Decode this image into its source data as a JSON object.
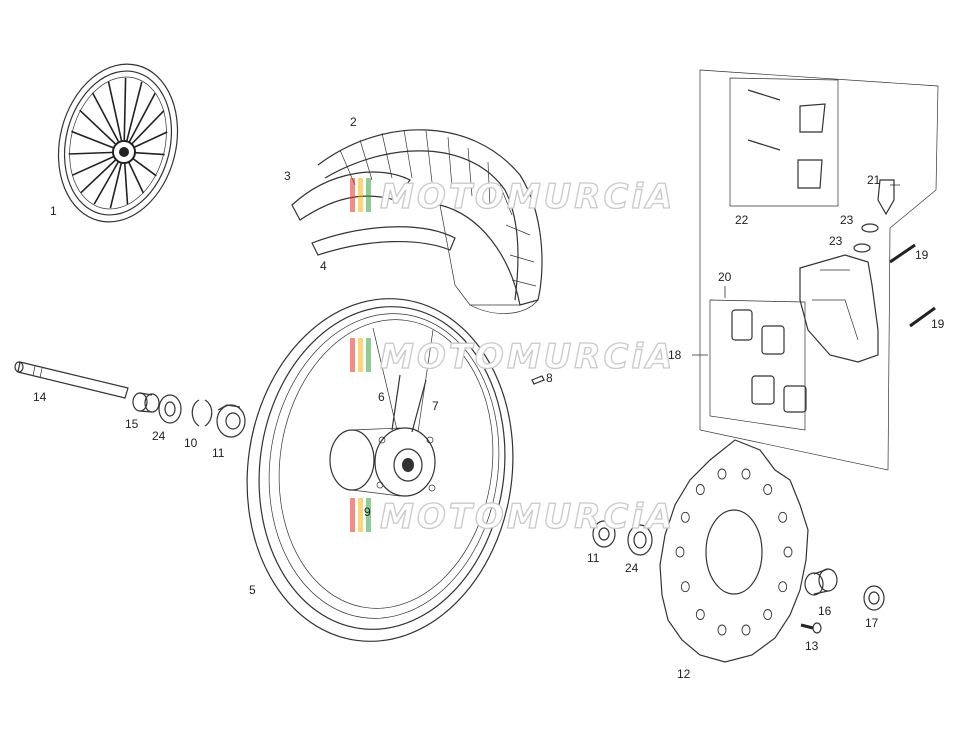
{
  "part_labels": [
    {
      "id": "p1",
      "text": "1"
    },
    {
      "id": "p2",
      "text": "2"
    },
    {
      "id": "p3",
      "text": "3"
    },
    {
      "id": "p4",
      "text": "4"
    },
    {
      "id": "p5",
      "text": "5"
    },
    {
      "id": "p6",
      "text": "6"
    },
    {
      "id": "p7",
      "text": "7"
    },
    {
      "id": "p8",
      "text": "8"
    },
    {
      "id": "p9",
      "text": "9"
    },
    {
      "id": "p10",
      "text": "10"
    },
    {
      "id": "p11a",
      "text": "11"
    },
    {
      "id": "p11b",
      "text": "11"
    },
    {
      "id": "p12",
      "text": "12"
    },
    {
      "id": "p13",
      "text": "13"
    },
    {
      "id": "p14",
      "text": "14"
    },
    {
      "id": "p15",
      "text": "15"
    },
    {
      "id": "p16",
      "text": "16"
    },
    {
      "id": "p17",
      "text": "17"
    },
    {
      "id": "p18",
      "text": "18"
    },
    {
      "id": "p19a",
      "text": "19"
    },
    {
      "id": "p19b",
      "text": "19"
    },
    {
      "id": "p20",
      "text": "20"
    },
    {
      "id": "p21",
      "text": "21"
    },
    {
      "id": "p22",
      "text": "22"
    },
    {
      "id": "p23a",
      "text": "23"
    },
    {
      "id": "p23b",
      "text": "23"
    },
    {
      "id": "p24a",
      "text": "24"
    },
    {
      "id": "p24b",
      "text": "24"
    }
  ],
  "watermark": {
    "text": "MOTOMURCiA",
    "colors": [
      "#d8342a",
      "#f0b323",
      "#3a9a44"
    ]
  }
}
